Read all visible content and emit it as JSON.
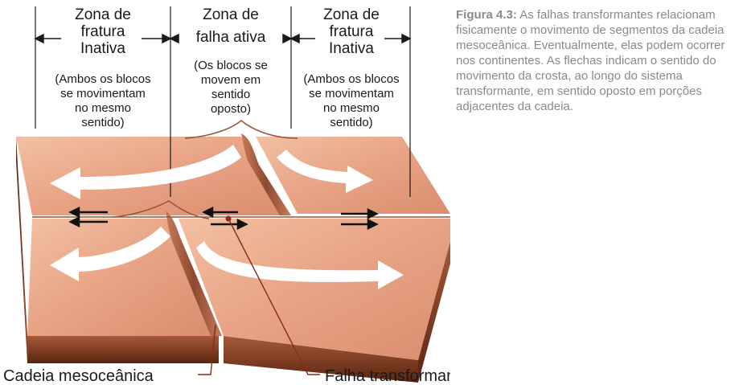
{
  "zones": {
    "left": {
      "title_line1": "Zona de",
      "title_line2": "fratura",
      "title_line3": "Inativa",
      "desc_line1": "(Ambos os blocos",
      "desc_line2": "se movimentam",
      "desc_line3": "no mesmo",
      "desc_line4": "sentido)"
    },
    "center": {
      "title_line1": "Zona de",
      "title_line2": "falha ativa",
      "desc_line1": "(Os blocos se",
      "desc_line2": "movem em",
      "desc_line3": "sentido",
      "desc_line4": "oposto)"
    },
    "right": {
      "title_line1": "Zona de",
      "title_line2": "fratura",
      "title_line3": "Inativa",
      "desc_line1": "(Ambos os blocos",
      "desc_line2": "se movimentam",
      "desc_line3": "no mesmo",
      "desc_line4": "sentido)"
    }
  },
  "labels": {
    "ridge": "Cadeia mesoceânica",
    "fault": "Falha transformante"
  },
  "caption": {
    "label": "Figura 4.3:",
    "text": "As falhas transformantes relacionam fisicamente o movimento de segmentos da cadeia mesoceânica. Eventualmente, elas podem ocorrer nos continentes. As flechas indicam o sentido do movimento da crosta, ao longo do sistema transformante, em sentido oposto em porções adjacentes da cadeia."
  },
  "colors": {
    "crust_top": "#e9a684",
    "crust_side": "#7a3a22",
    "fault_line": "#8a2a18",
    "arrow": "#ffffff"
  }
}
